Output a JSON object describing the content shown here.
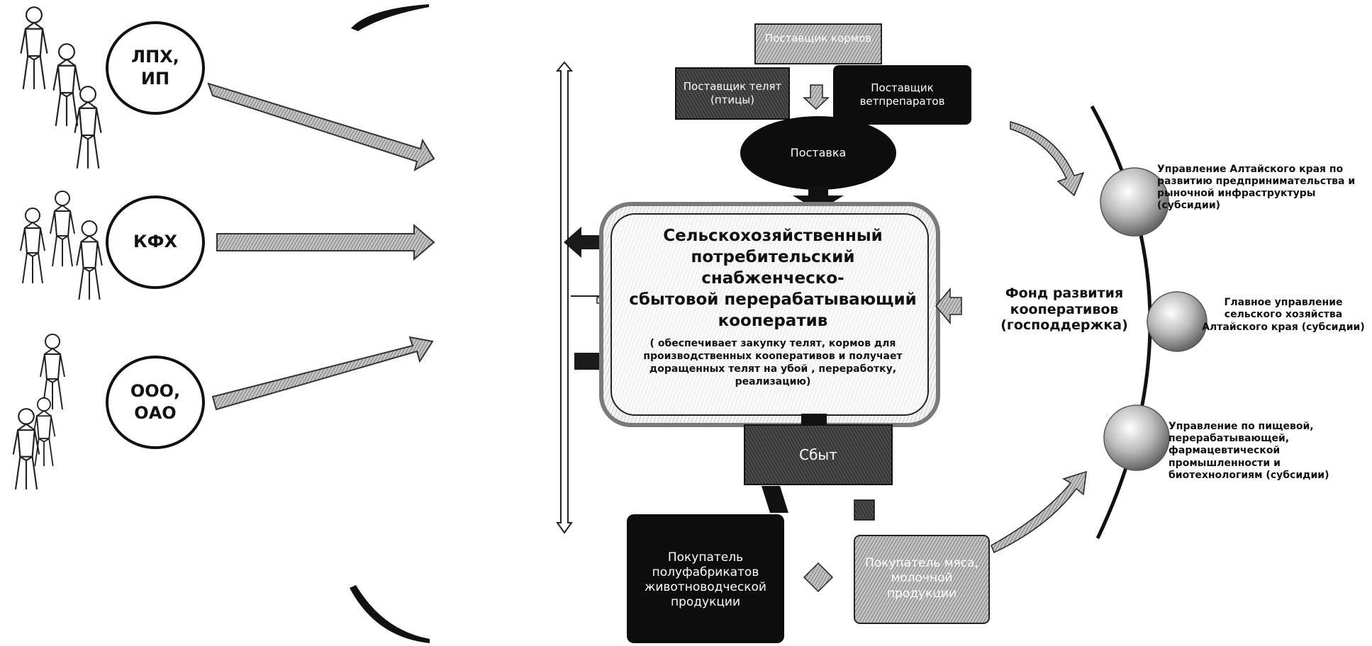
{
  "participants": [
    {
      "label": "ЛПХ,\nИП"
    },
    {
      "label": "КФХ"
    },
    {
      "label": "ООО,\nОАО"
    }
  ],
  "suppliers": {
    "feed": "Поставщик кормов",
    "calves": "Поставщик  телят\n(птицы)",
    "vet": "Поставщик\nветпрепаратов",
    "supply": "Поставка"
  },
  "cooperative": {
    "title": "Сельскохозяйственный\nпотребительский снабженческо-\nсбытовой перерабатывающий\nкооператив",
    "description": "( обеспечивает закупку  телят, кормов  для\nпроизводственных кооперативов и получает\nдоращенных  телят на убой , переработку,\nреализацию)"
  },
  "sales": {
    "label": "Сбыт",
    "buyer_semi": "Покупатель\nполуфабрикатов\nживотноводческой\nпродукции",
    "buyer_meat": "Покупатель мяса,\nмолочной\nпродукции"
  },
  "fund": {
    "label": "Фонд развития\nкооперативов\n(господдержка)"
  },
  "agencies": [
    {
      "label": "Управление Алтайского края по\nразвитию предпринимательства и\nрыночной инфраструктуры\n(субсидии)"
    },
    {
      "label": "Главное управление\nсельского хозяйства\nАлтайского края (субсидии)"
    },
    {
      "label": "Управление  по пищевой,\nперерабатывающей,\nфармацевтической\nпромышленности и\nбиотехнологиям (субсидии)"
    }
  ]
}
